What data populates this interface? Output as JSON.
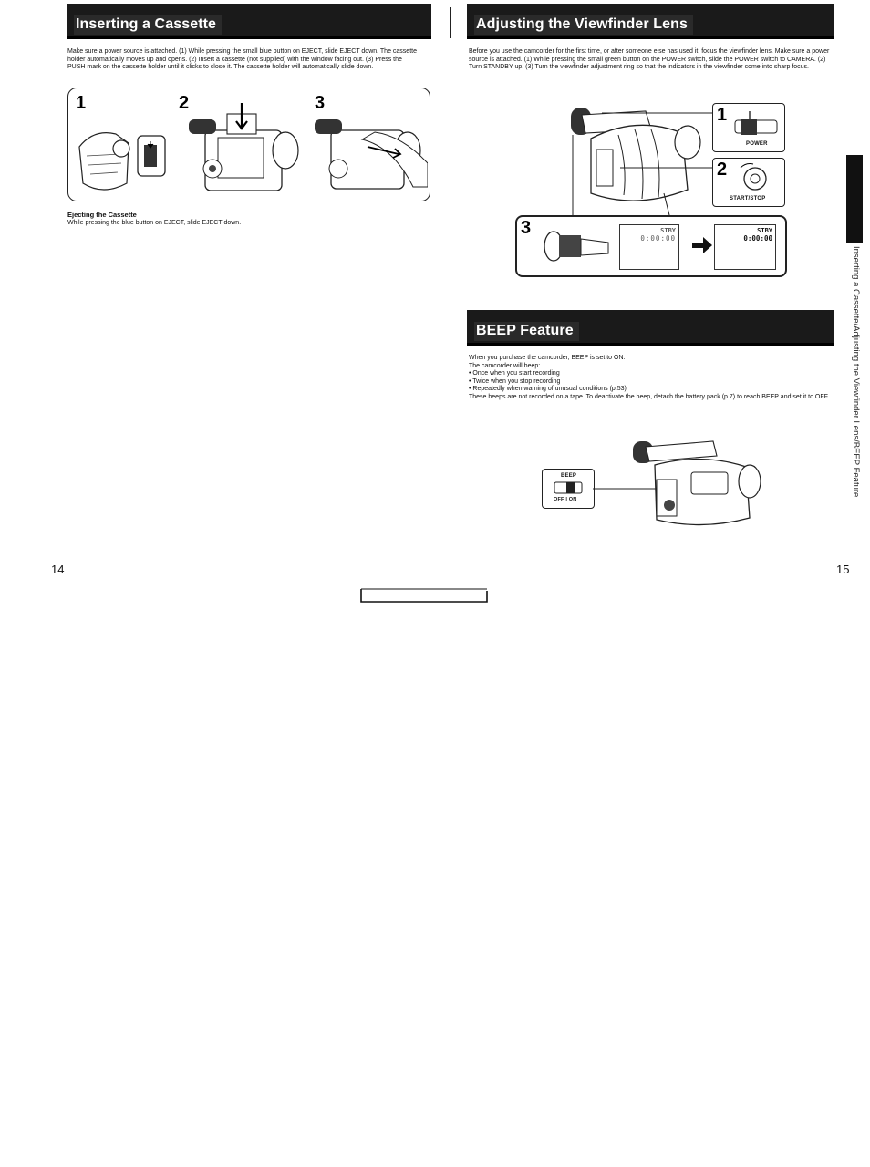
{
  "left": {
    "section_title": "Inserting a Cassette",
    "intro": "Make sure a power source is attached. (1) While pressing the small blue button on EJECT, slide EJECT down. The cassette holder automatically moves up and opens. (2) Insert a cassette (not supplied) with the window facing out. (3) Press the PUSH mark on the cassette holder until it clicks to close it. The cassette holder will automatically slide down.",
    "steps": [
      "1",
      "2",
      "3"
    ],
    "eject_title": "Ejecting the Cassette",
    "eject_text": "While pressing the blue button on EJECT, slide EJECT down.",
    "page_number": "14"
  },
  "right": {
    "section_title": "Adjusting the Viewfinder Lens",
    "intro": "Before you use the camcorder for the first time, or after someone else has used it, focus the viewfinder lens. Make sure a power source is attached. (1) While pressing the small green button on the POWER switch, slide the POWER switch to CAMERA. (2) Turn STANDBY up. (3) Turn the viewfinder adjustment ring so that the indicators in the viewfinder come into sharp focus.",
    "fig_steps": [
      "1",
      "2",
      "3"
    ],
    "power_label": "POWER",
    "startstop_label": "START/STOP",
    "display_before": {
      "line1": "STBY",
      "line2": "0:00:00"
    },
    "display_after": {
      "line1": "STBY",
      "line2": "0:00:00"
    },
    "beep_title": "BEEP Feature",
    "beep_lines": [
      "When you purchase the camcorder, BEEP is set to ON.",
      "The camcorder will beep:",
      "• Once when you start recording",
      "• Twice when you stop recording",
      "• Repeatedly when warning of unusual conditions (p.53)",
      "These beeps are not recorded on a tape. To deactivate the beep, detach the battery pack (p.7) to reach BEEP and set it to OFF."
    ],
    "beep_switch_label": "BEEP",
    "beep_switch_positions": "OFF | ON",
    "page_number": "15"
  },
  "side_tab_text": "Inserting a Cassette/Adjusting the Viewfinder Lens/BEEP Feature",
  "colors": {
    "header_bg": "#1a1a1a",
    "header_text": "#ffffff",
    "ink": "#111111"
  }
}
